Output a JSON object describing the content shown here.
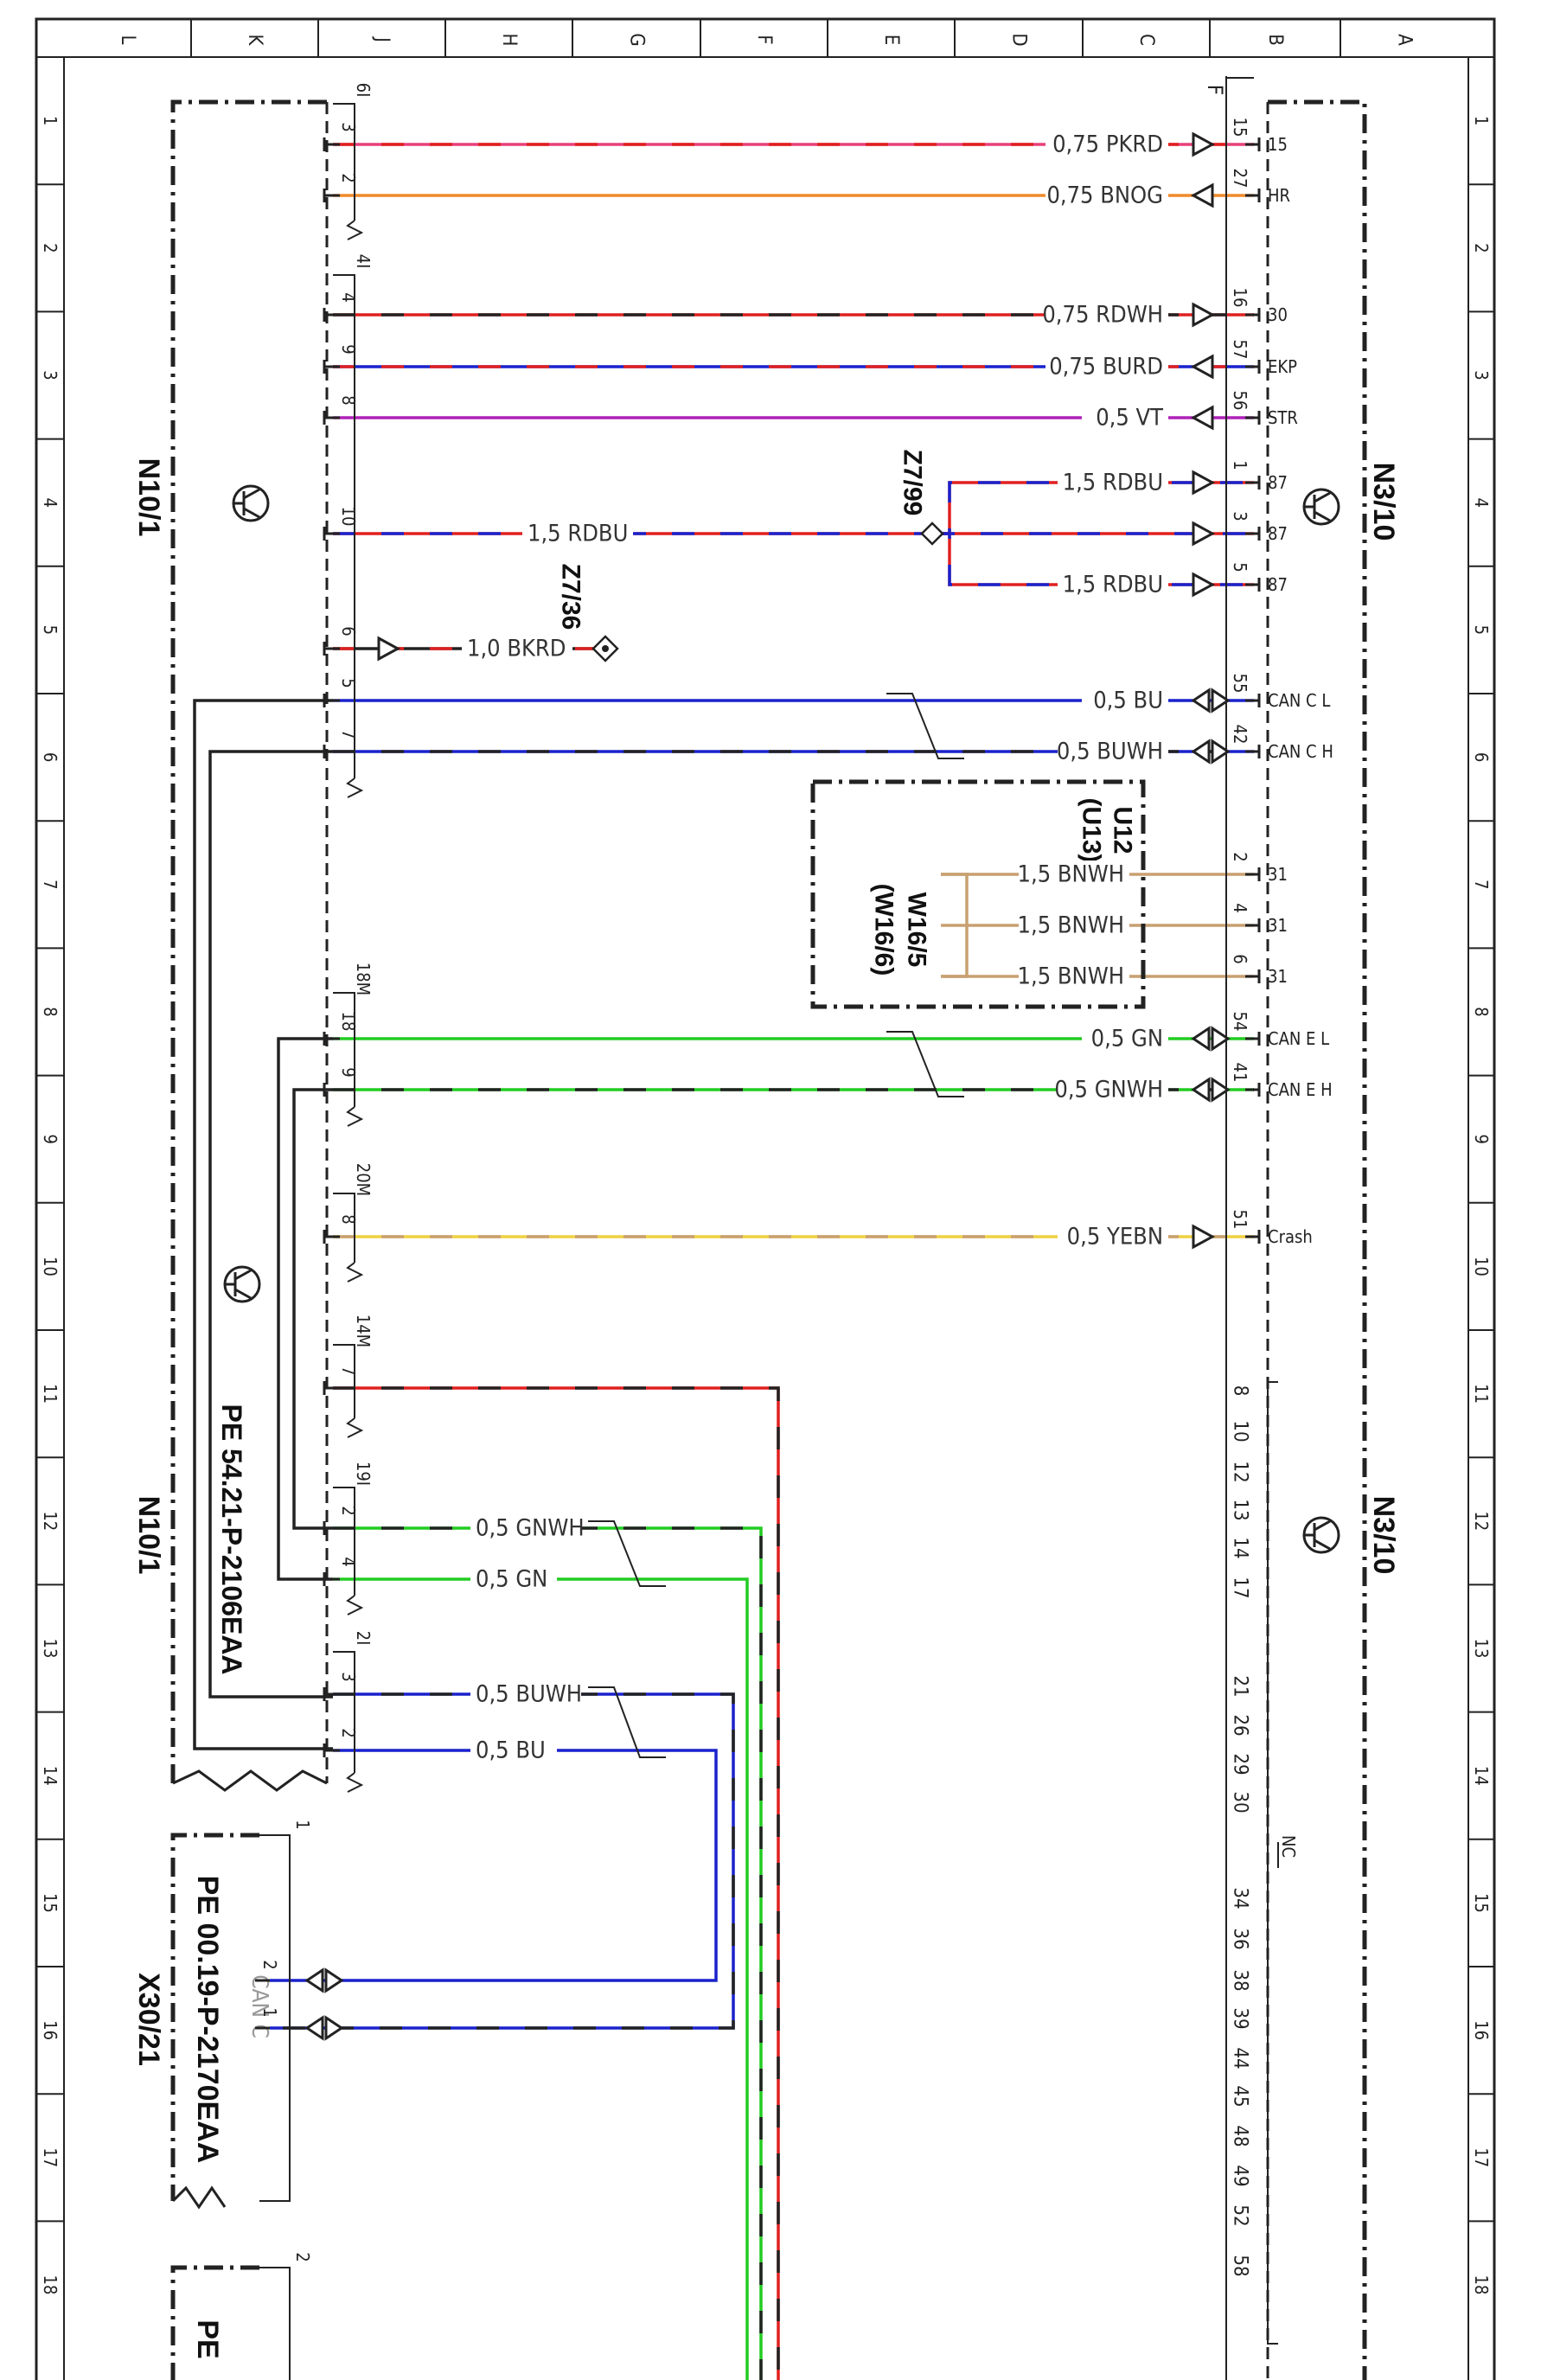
{
  "sheet": {
    "col_letters": [
      "L",
      "K",
      "J",
      "H",
      "G",
      "F",
      "E",
      "D",
      "C",
      "B",
      "A"
    ],
    "row_numbers": [
      "1",
      "2",
      "3",
      "4",
      "5",
      "6",
      "7",
      "8",
      "9",
      "10",
      "11",
      "12",
      "13",
      "14",
      "15",
      "16",
      "17",
      "18"
    ]
  },
  "components": {
    "left_top": "N10/1",
    "left_bottom": "N10/1",
    "right_top": "N3/10",
    "right_bottom": "N3/10",
    "connector": "X30/21",
    "connector_ref": "PE 00.19-P-2170EAA",
    "connector_label": "CAN C",
    "left_ref": "PE 54.21-P-2106EAA",
    "bottom_ref": "PE",
    "splice_1": "Z7/99",
    "splice_2": "Z7/36",
    "ground_box_a": "U12",
    "ground_box_b": "(U13)",
    "ground_splice_a": "W16/5",
    "ground_splice_b": "(W16/6)",
    "right_connector_letter": "F",
    "nc_label": "NC"
  },
  "connector_groups": {
    "g6": "6I",
    "g4": "4I",
    "g18m": "18M",
    "g20m": "20M",
    "g14m": "14M",
    "g19": "19I",
    "g2": "2I",
    "x1": "1",
    "x2": "2"
  },
  "wires": [
    {
      "lpin": "3",
      "label": "0,75 PKRD",
      "rpin": "15",
      "sig": "15",
      "color": "#e8407a",
      "stripe": "#e02020",
      "arrow": "right"
    },
    {
      "lpin": "2",
      "label": "0,75 BNOG",
      "rpin": "27",
      "sig": "HR",
      "color": "#f08a2a",
      "stripe": "",
      "arrow": "left"
    },
    {
      "lpin": "4",
      "label": "0,75 RDWH",
      "rpin": "16",
      "sig": "30",
      "color": "#e02020",
      "stripe": "#222",
      "arrow": "right"
    },
    {
      "lpin": "9",
      "label": "0,75 BURD",
      "rpin": "57",
      "sig": "EKP",
      "color": "#1a22cc",
      "stripe": "#e02020",
      "arrow": "left"
    },
    {
      "lpin": "8",
      "label": "0,5 VT",
      "rpin": "56",
      "sig": "STR",
      "color": "#b020b8",
      "stripe": "",
      "arrow": "left"
    },
    {
      "lpin": "",
      "label": "1,5 RDBU",
      "rpin": "1",
      "sig": "87",
      "color": "#e02020",
      "stripe": "#1a22cc",
      "arrow": "right"
    },
    {
      "lpin": "10",
      "label": "1,5 RDBU",
      "rpin": "3",
      "sig": "87",
      "color": "#e02020",
      "stripe": "#1a22cc",
      "arrow": "right"
    },
    {
      "lpin": "",
      "label": "1,5 RDBU",
      "rpin": "5",
      "sig": "87",
      "color": "#e02020",
      "stripe": "#1a22cc",
      "arrow": "right"
    },
    {
      "lpin": "6",
      "label": "1,0 BKRD",
      "rpin": "",
      "sig": "",
      "color": "#222",
      "stripe": "#e02020",
      "arrow": "none"
    },
    {
      "lpin": "5",
      "label": "0,5 BU",
      "rpin": "55",
      "sig": "CAN C L",
      "color": "#1a22cc",
      "stripe": "",
      "arrow": "both"
    },
    {
      "lpin": "7",
      "label": "0,5 BUWH",
      "rpin": "42",
      "sig": "CAN C H",
      "color": "#1a22cc",
      "stripe": "#222",
      "arrow": "both"
    },
    {
      "lpin": "",
      "label": "1,5 BNWH",
      "rpin": "2",
      "sig": "31",
      "color": "#c8a070",
      "stripe": "",
      "arrow": "none"
    },
    {
      "lpin": "",
      "label": "1,5 BNWH",
      "rpin": "4",
      "sig": "31",
      "color": "#c8a070",
      "stripe": "",
      "arrow": "none"
    },
    {
      "lpin": "",
      "label": "1,5 BNWH",
      "rpin": "6",
      "sig": "31",
      "color": "#c8a070",
      "stripe": "",
      "arrow": "none"
    },
    {
      "lpin": "18",
      "label": "0,5 GN",
      "rpin": "54",
      "sig": "CAN E L",
      "color": "#22cc22",
      "stripe": "",
      "arrow": "both"
    },
    {
      "lpin": "9",
      "label": "0,5 GNWH",
      "rpin": "41",
      "sig": "CAN E H",
      "color": "#22cc22",
      "stripe": "#222",
      "arrow": "both"
    },
    {
      "lpin": "8",
      "label": "0,5 YEBN",
      "rpin": "51",
      "sig": "Crash",
      "color": "#f0d040",
      "stripe": "#c8a070",
      "arrow": "right"
    },
    {
      "lpin": "7",
      "label": "",
      "rpin": "",
      "sig": "",
      "color": "#e02020",
      "stripe": "#222",
      "arrow": "none"
    },
    {
      "lpin": "2",
      "label": "0,5 GNWH",
      "rpin": "",
      "sig": "",
      "color": "#22cc22",
      "stripe": "#222",
      "arrow": "none"
    },
    {
      "lpin": "4",
      "label": "0,5 GN",
      "rpin": "",
      "sig": "",
      "color": "#22cc22",
      "stripe": "",
      "arrow": "none"
    },
    {
      "lpin": "3",
      "label": "0,5 BUWH",
      "rpin": "",
      "sig": "",
      "color": "#1a22cc",
      "stripe": "#222",
      "arrow": "none"
    },
    {
      "lpin": "2",
      "label": "0,5 BU",
      "rpin": "",
      "sig": "",
      "color": "#1a22cc",
      "stripe": "",
      "arrow": "none"
    }
  ],
  "x30_pins": [
    "2",
    "1"
  ],
  "nc_pins": [
    "8",
    "10",
    "12",
    "13",
    "14",
    "17",
    "21",
    "26",
    "29",
    "30",
    "34",
    "36",
    "38",
    "39",
    "44",
    "45",
    "48",
    "49",
    "52",
    "58"
  ]
}
